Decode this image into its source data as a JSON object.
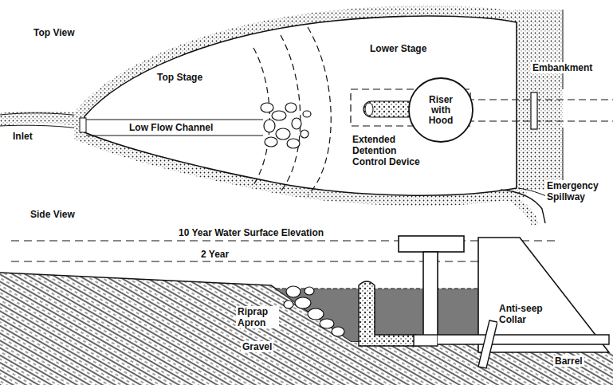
{
  "diagram": {
    "nodes": [
      {
        "text": [
          "Riser with Hood"
        ]
      }
    ],
    "labels": [
      "Top View",
      "Inlet",
      "Top Stage",
      "Low Flow Channel",
      "Lower Stage",
      "Extended Detention Control Device",
      "Embankment",
      "Emergency Spillway",
      "Side View",
      "10 Year Water Surface Elevation",
      "2 Year",
      "Riprap Apron",
      "Gravel",
      "Anti-seep Collar",
      "Barrel"
    ]
  }
}
